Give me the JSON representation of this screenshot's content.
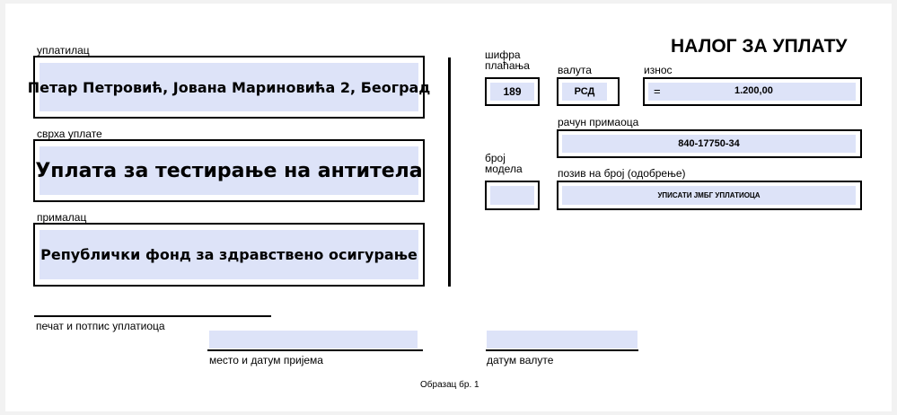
{
  "form": {
    "title": "НАЛОГ ЗА УПЛАТУ",
    "form_number": "Образац бр. 1",
    "payer": {
      "label": "уплатилац",
      "value": "Петар Петровић, Јована Мариновића 2, Београд"
    },
    "purpose": {
      "label": "сврха уплате",
      "value": "Уплата за тестирање на антитела"
    },
    "recipient": {
      "label": "прималац",
      "value": "Републички фонд за здравствено осигурање"
    },
    "payment_code": {
      "label_line1": "шифра",
      "label_line2": "плаћања",
      "value": "189"
    },
    "currency": {
      "label": "валута",
      "value": "РСД"
    },
    "amount": {
      "label": "износ",
      "prefix": "=",
      "value": "1.200,00"
    },
    "recipient_account": {
      "label": "рачун примаоца",
      "value": "840-17750-34"
    },
    "model_number": {
      "label_line1": "број",
      "label_line2": "модела",
      "value": ""
    },
    "reference_number": {
      "label": "позив на број (одобрење)",
      "value": "УПИСАТИ ЈМБГ УПЛАТИОЦА"
    },
    "signature": {
      "label": "печат и потпис уплатиоца"
    },
    "place_date_received": {
      "label": "место и датум пријема",
      "value": ""
    },
    "value_date": {
      "label": "датум валуте",
      "value": ""
    },
    "colors": {
      "field_fill": "#dde3f8",
      "border": "#000000"
    }
  }
}
